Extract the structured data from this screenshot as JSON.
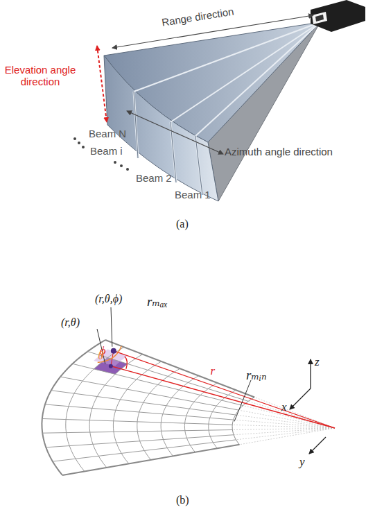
{
  "diagram": {
    "labels": [
      "Range direction",
      "Elevation angle direction",
      "Beam N",
      "Beam i",
      "Beam 2",
      "Beam 1",
      "Azimuth angle direction",
      "(a)",
      "(r,θ,ϕ)",
      "rₘₐₓ",
      "(r,θ)",
      "ϕ",
      "r",
      "θ",
      "rₘᵢₙ",
      "z",
      "x",
      "y",
      "(b)"
    ]
  }
}
